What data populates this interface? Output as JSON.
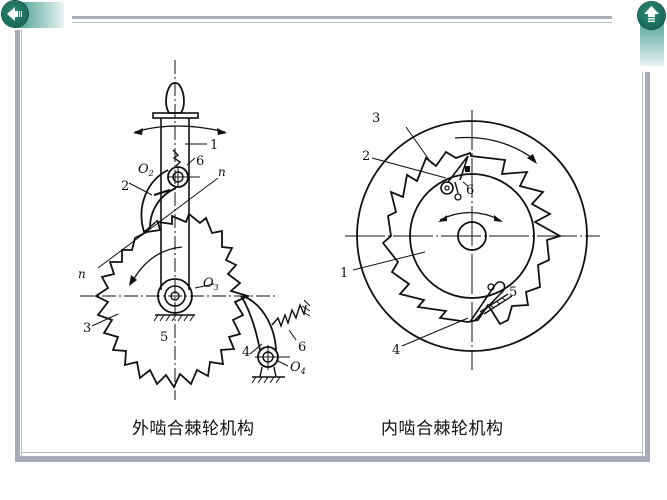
{
  "navigation": {
    "back_button": {
      "icon": "left-arrow-icon",
      "color": "#1a6e5e"
    },
    "home_button": {
      "icon": "up-arrow-icon",
      "color": "#1a6e5e"
    }
  },
  "frame": {
    "border_color": "#a7acb8",
    "background": "#ffffff"
  },
  "diagrams": [
    {
      "id": "external",
      "caption": "外啮合棘轮机构",
      "labels": {
        "l1": "1",
        "l2": "2",
        "l3": "3",
        "l4": "4",
        "l5": "5",
        "l6a": "6",
        "l6b": "6",
        "o2": "O",
        "o2sub": "2",
        "o3": "O",
        "o3sub": "3",
        "o4": "O",
        "o4sub": "4",
        "n1": "n",
        "n2": "n"
      }
    },
    {
      "id": "internal",
      "caption": "内啮合棘轮机构",
      "labels": {
        "l1": "1",
        "l2": "2",
        "l3": "3",
        "l4": "4",
        "l5": "5",
        "l6": "6"
      }
    }
  ]
}
